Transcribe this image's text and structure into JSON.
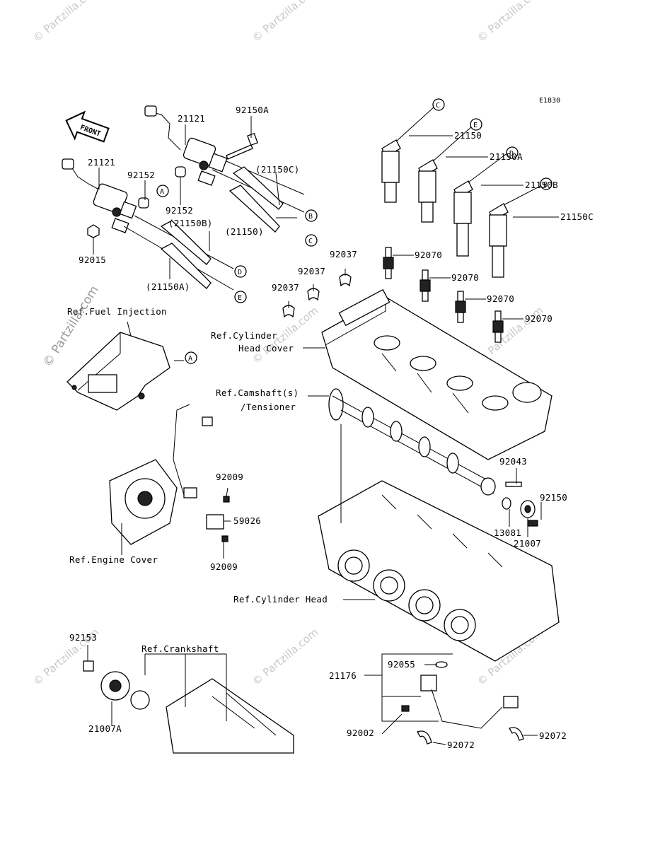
{
  "diagram": {
    "code": "E1830",
    "front_label": "FRONT",
    "watermark_side": "© Partzilla.com",
    "watermark_small": "© Partzilla.com",
    "part_numbers": {
      "coil_upper": "21121",
      "coil_lower": "21121",
      "bolt_92150A": "92150A",
      "collar_upper": "92152",
      "collar_lower": "92152",
      "nut": "92015",
      "cap_21150C_paren": "(21150C)",
      "cap_21150_paren": "(21150)",
      "cap_21150B_paren": "(21150B)",
      "cap_21150A_paren": "(21150A)",
      "lead_21150": "21150",
      "lead_21150A": "21150A",
      "lead_21150B": "21150B",
      "lead_21150C": "21150C",
      "plug_1": "92070",
      "plug_2": "92070",
      "plug_3": "92070",
      "plug_4": "92070",
      "clamp_1": "92037",
      "clamp_2": "92037",
      "clamp_3": "92037",
      "bolt_92009_top": "92009",
      "bolt_92009_bottom": "92009",
      "sensor_59026": "59026",
      "pin_92043": "92043",
      "bolt_92150": "92150",
      "seal_13081": "13081",
      "rotor_21007": "21007",
      "bolt_92153": "92153",
      "rotor_21007A": "21007A",
      "sensor_21176": "21176",
      "oring_92055": "92055",
      "bolt_92002": "92002",
      "clamp_92072_left": "92072",
      "clamp_92072_right": "92072"
    },
    "references": {
      "fuel_injection": "Ref.Fuel Injection",
      "cylinder_head_cover_1": "Ref.Cylinder",
      "cylinder_head_cover_2": "Head Cover",
      "camshaft_1": "Ref.Camshaft(s)",
      "camshaft_2": "/Tensioner",
      "engine_cover": "Ref.Engine Cover",
      "cylinder_head": "Ref.Cylinder Head",
      "crankshaft": "Ref.Crankshaft"
    },
    "circle_letters": {
      "a1": "A",
      "b1": "B",
      "c1": "C",
      "d1": "D",
      "e1": "E",
      "a2": "A",
      "c2": "C",
      "e2": "E",
      "d2": "D",
      "b2": "B"
    }
  }
}
